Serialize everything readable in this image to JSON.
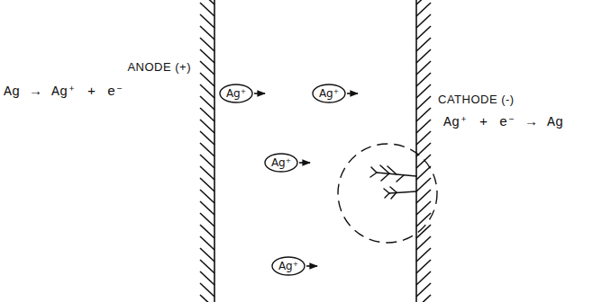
{
  "diagram": {
    "nodes": [
      {
        "text": [
          "Ag⁺"
        ]
      },
      {
        "text": [
          "Ag⁺"
        ]
      },
      {
        "text": [
          "Ag⁺"
        ]
      },
      {
        "text": [
          "Ag⁺"
        ]
      }
    ],
    "labels": [
      "ANODE (+)",
      "Ag → Ag⁺ + e⁻",
      "CATHODE (-)",
      "Ag⁺ + e⁻ → Ag"
    ]
  }
}
